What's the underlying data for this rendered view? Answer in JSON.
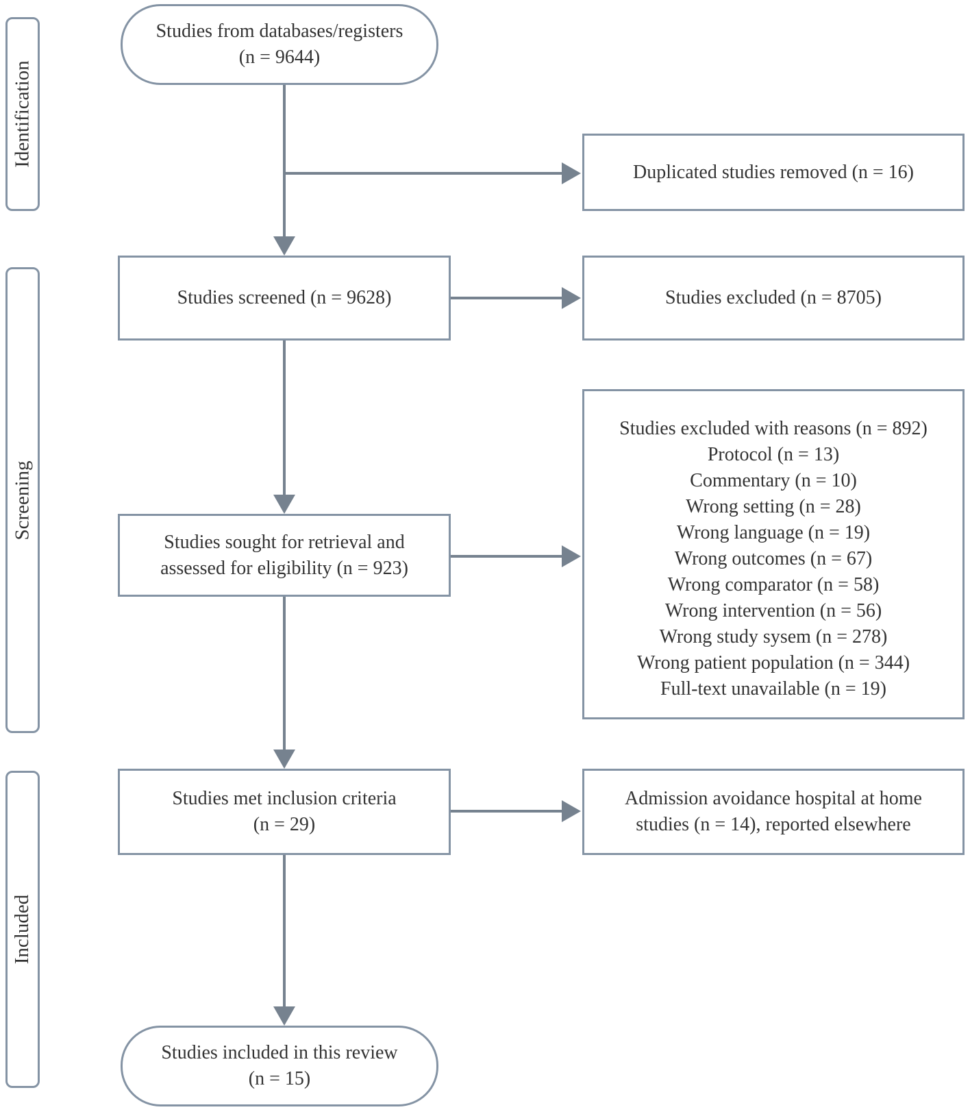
{
  "colors": {
    "line": "#76828F",
    "border": "#8493A4",
    "text": "#333333",
    "background": "#FFFFFF"
  },
  "stages": [
    {
      "label": "Identification"
    },
    {
      "label": "Screening"
    },
    {
      "label": "Included"
    }
  ],
  "flow_boxes": {
    "databases": {
      "lines": [
        "Studies from databases/registers",
        "(n = 9644)"
      ]
    },
    "screened": {
      "lines": [
        "Studies screened (n = 9628)"
      ]
    },
    "sought": {
      "lines": [
        "Studies sought for retrieval and",
        "assessed for eligibility (n = 923)"
      ]
    },
    "met_criteria": {
      "lines": [
        "Studies met inclusion criteria",
        "(n = 29)"
      ]
    },
    "included": {
      "lines": [
        "Studies included in this review",
        "(n = 15)"
      ]
    }
  },
  "exclusion_boxes": {
    "duplicates": {
      "lines": [
        "Duplicated studies removed (n = 16)"
      ]
    },
    "excluded": {
      "lines": [
        "Studies excluded (n = 8705)"
      ]
    },
    "excluded_reasons": {
      "title": "Studies excluded with reasons (n = 892)",
      "reasons": [
        "Protocol (n = 13)",
        "Commentary (n = 10)",
        "Wrong setting (n = 28)",
        "Wrong language (n = 19)",
        "Wrong outcomes (n = 67)",
        "Wrong comparator (n = 58)",
        "Wrong intervention (n = 56)",
        "Wrong study sysem (n = 278)",
        "Wrong patient population (n = 344)",
        "Full-text unavailable (n = 19)"
      ]
    },
    "admission_avoidance": {
      "lines": [
        "Admission avoidance hospital at home",
        "studies (n = 14), reported elsewhere"
      ]
    }
  }
}
